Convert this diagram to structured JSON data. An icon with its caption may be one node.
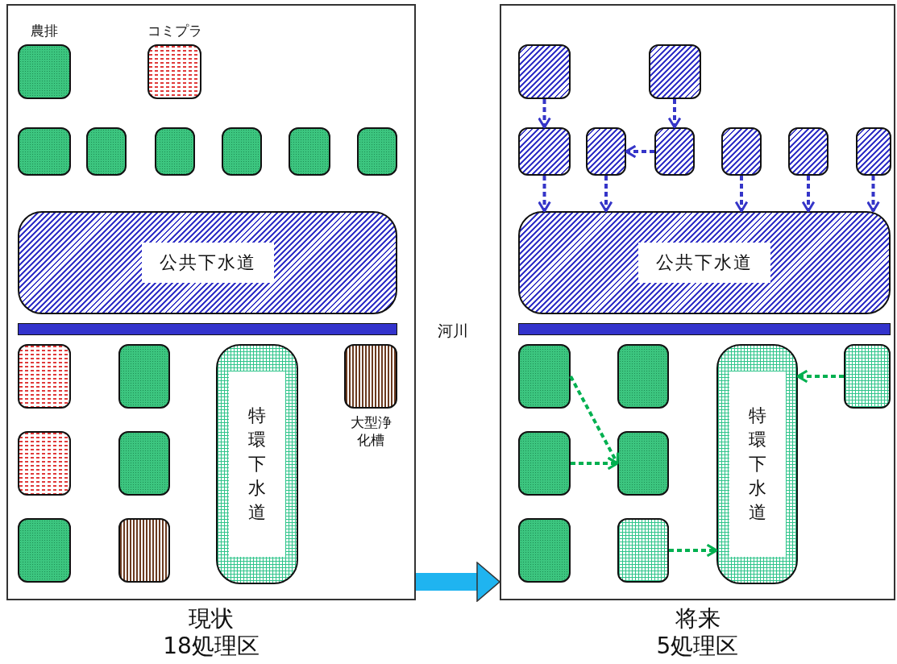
{
  "diagram": {
    "nodes": [
      {
        "text": [
          "現状 18処理区"
        ]
      },
      {
        "text": [
          "農排"
        ],
        "in": 0
      },
      {
        "text": [
          "コミプラ"
        ],
        "in": 0
      },
      {
        "text": [],
        "shape": "box",
        "in": 0
      },
      {
        "text": [],
        "shape": "box",
        "in": 0
      },
      {
        "text": [],
        "shape": "box",
        "in": 0
      },
      {
        "text": [],
        "shape": "box",
        "in": 0
      },
      {
        "text": [],
        "shape": "box",
        "in": 0
      },
      {
        "text": [],
        "shape": "box",
        "in": 0
      },
      {
        "text": [
          "公共下水道"
        ],
        "in": 0
      },
      {
        "text": [],
        "shape": "bar",
        "in": 0
      },
      {
        "text": [],
        "shape": "box",
        "in": 0
      },
      {
        "text": [],
        "shape": "box",
        "in": 0
      },
      {
        "text": [
          "特環下水道"
        ],
        "in": 0
      },
      {
        "text": [
          "大型浄化槽"
        ],
        "in": 0
      },
      {
        "text": [],
        "shape": "box",
        "in": 0
      },
      {
        "text": [],
        "shape": "box",
        "in": 0
      },
      {
        "text": [],
        "shape": "box",
        "in": 0
      },
      {
        "text": [],
        "shape": "box",
        "in": 0
      },
      {
        "text": [
          "将来 5処理区"
        ]
      },
      {
        "text": [],
        "shape": "box",
        "in": 19
      },
      {
        "text": [],
        "shape": "box",
        "in": 19
      },
      {
        "text": [],
        "shape": "box",
        "in": 19
      },
      {
        "text": [],
        "shape": "box",
        "in": 19
      },
      {
        "text": [],
        "shape": "box",
        "in": 19
      },
      {
        "text": [],
        "shape": "box",
        "in": 19
      },
      {
        "text": [],
        "shape": "box",
        "in": 19
      },
      {
        "text": [],
        "shape": "box",
        "in": 19
      },
      {
        "text": [
          "公共下水道"
        ],
        "in": 19
      },
      {
        "text": [],
        "shape": "bar",
        "in": 19
      },
      {
        "text": [],
        "shape": "box",
        "in": 19
      },
      {
        "text": [],
        "shape": "box",
        "in": 19
      },
      {
        "text": [
          "特環下水道"
        ],
        "in": 19
      },
      {
        "text": [],
        "shape": "box",
        "in": 19
      },
      {
        "text": [],
        "shape": "box",
        "in": 19
      },
      {
        "text": [],
        "shape": "box",
        "in": 19
      },
      {
        "text": [],
        "shape": "box",
        "in": 19
      },
      {
        "text": [],
        "shape": "box",
        "in": 19
      }
    ],
    "edges": [
      {
        "from": 0,
        "to": 19,
        "arrow": "to",
        "style": "thick",
        "color": "#1fb4f0"
      },
      {
        "from": 20,
        "to": 22,
        "arrow": "to",
        "style": "dashed"
      },
      {
        "from": 21,
        "to": 24,
        "arrow": "to",
        "style": "dashed"
      },
      {
        "from": 24,
        "to": 23,
        "arrow": "to",
        "style": "dashed"
      },
      {
        "from": 22,
        "to": 28,
        "arrow": "to",
        "style": "dashed"
      },
      {
        "from": 23,
        "to": 28,
        "arrow": "to",
        "style": "dashed"
      },
      {
        "from": 25,
        "to": 28,
        "arrow": "to",
        "style": "dashed"
      },
      {
        "from": 26,
        "to": 28,
        "arrow": "to",
        "style": "dashed"
      },
      {
        "from": 27,
        "to": 28,
        "arrow": "to",
        "style": "dashed"
      },
      {
        "from": 33,
        "to": 32,
        "arrow": "to",
        "style": "dashed",
        "color": "#00b050"
      },
      {
        "from": 30,
        "to": 35,
        "arrow": "to",
        "style": "dashed",
        "color": "#00b050"
      },
      {
        "from": 34,
        "to": 35,
        "arrow": "to",
        "style": "dashed",
        "color": "#00b050"
      },
      {
        "from": 37,
        "to": 32,
        "arrow": "to",
        "style": "dashed",
        "color": "#00b050"
      }
    ],
    "labels": [
      "河川"
    ]
  }
}
